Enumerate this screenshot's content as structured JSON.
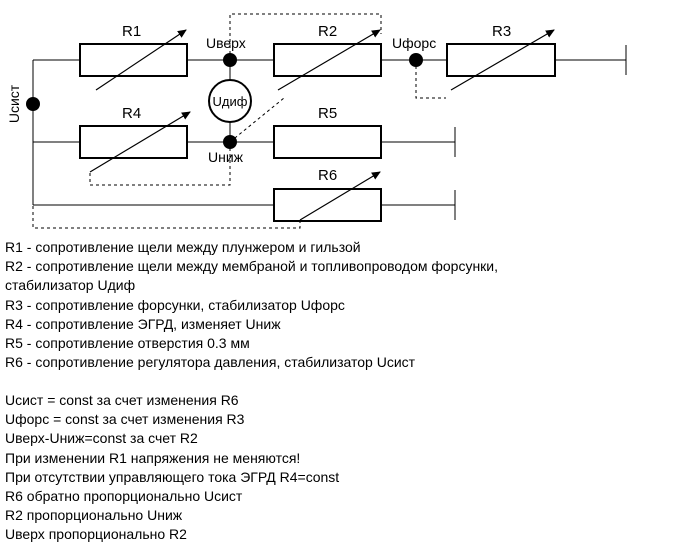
{
  "diagram": {
    "labels": {
      "R1": "R1",
      "R2": "R2",
      "R3": "R3",
      "R4": "R4",
      "R5": "R5",
      "R6": "R6",
      "u_upper": "Uверх",
      "u_lower": "Uниж",
      "u_injector": "Uфорс",
      "u_diff": "Uдиф",
      "u_system": "Uсист"
    }
  },
  "legend": [
    "R1 - сопротивление щели между плунжером и гильзой",
    "R2 - сопротивление щели между мембраной и  топливопроводом форсунки,",
    "стабилизатор Uдиф",
    "R3 - сопротивление форсунки, стабилизатор Uфорс",
    "R4 - сопротивление ЭГРД, изменяет Uниж",
    "R5 - сопротивление отверстия 0.3 мм",
    "R6 - сопротивление регулятора давления, стабилизатор Uсист"
  ],
  "notes": [
    "Uсист = const за счет изменения R6",
    "Uфорс = const за счет изменения R3",
    "Uверх-Uниж=const за счет R2",
    "При изменении R1 напряжения не меняются!",
    "При отсутствии управляющего тока ЭГРД R4=const",
    "R6 обратно пропорционально Uсист",
    "R2 пропорционально Uниж",
    "Uверх пропорционально R2"
  ]
}
